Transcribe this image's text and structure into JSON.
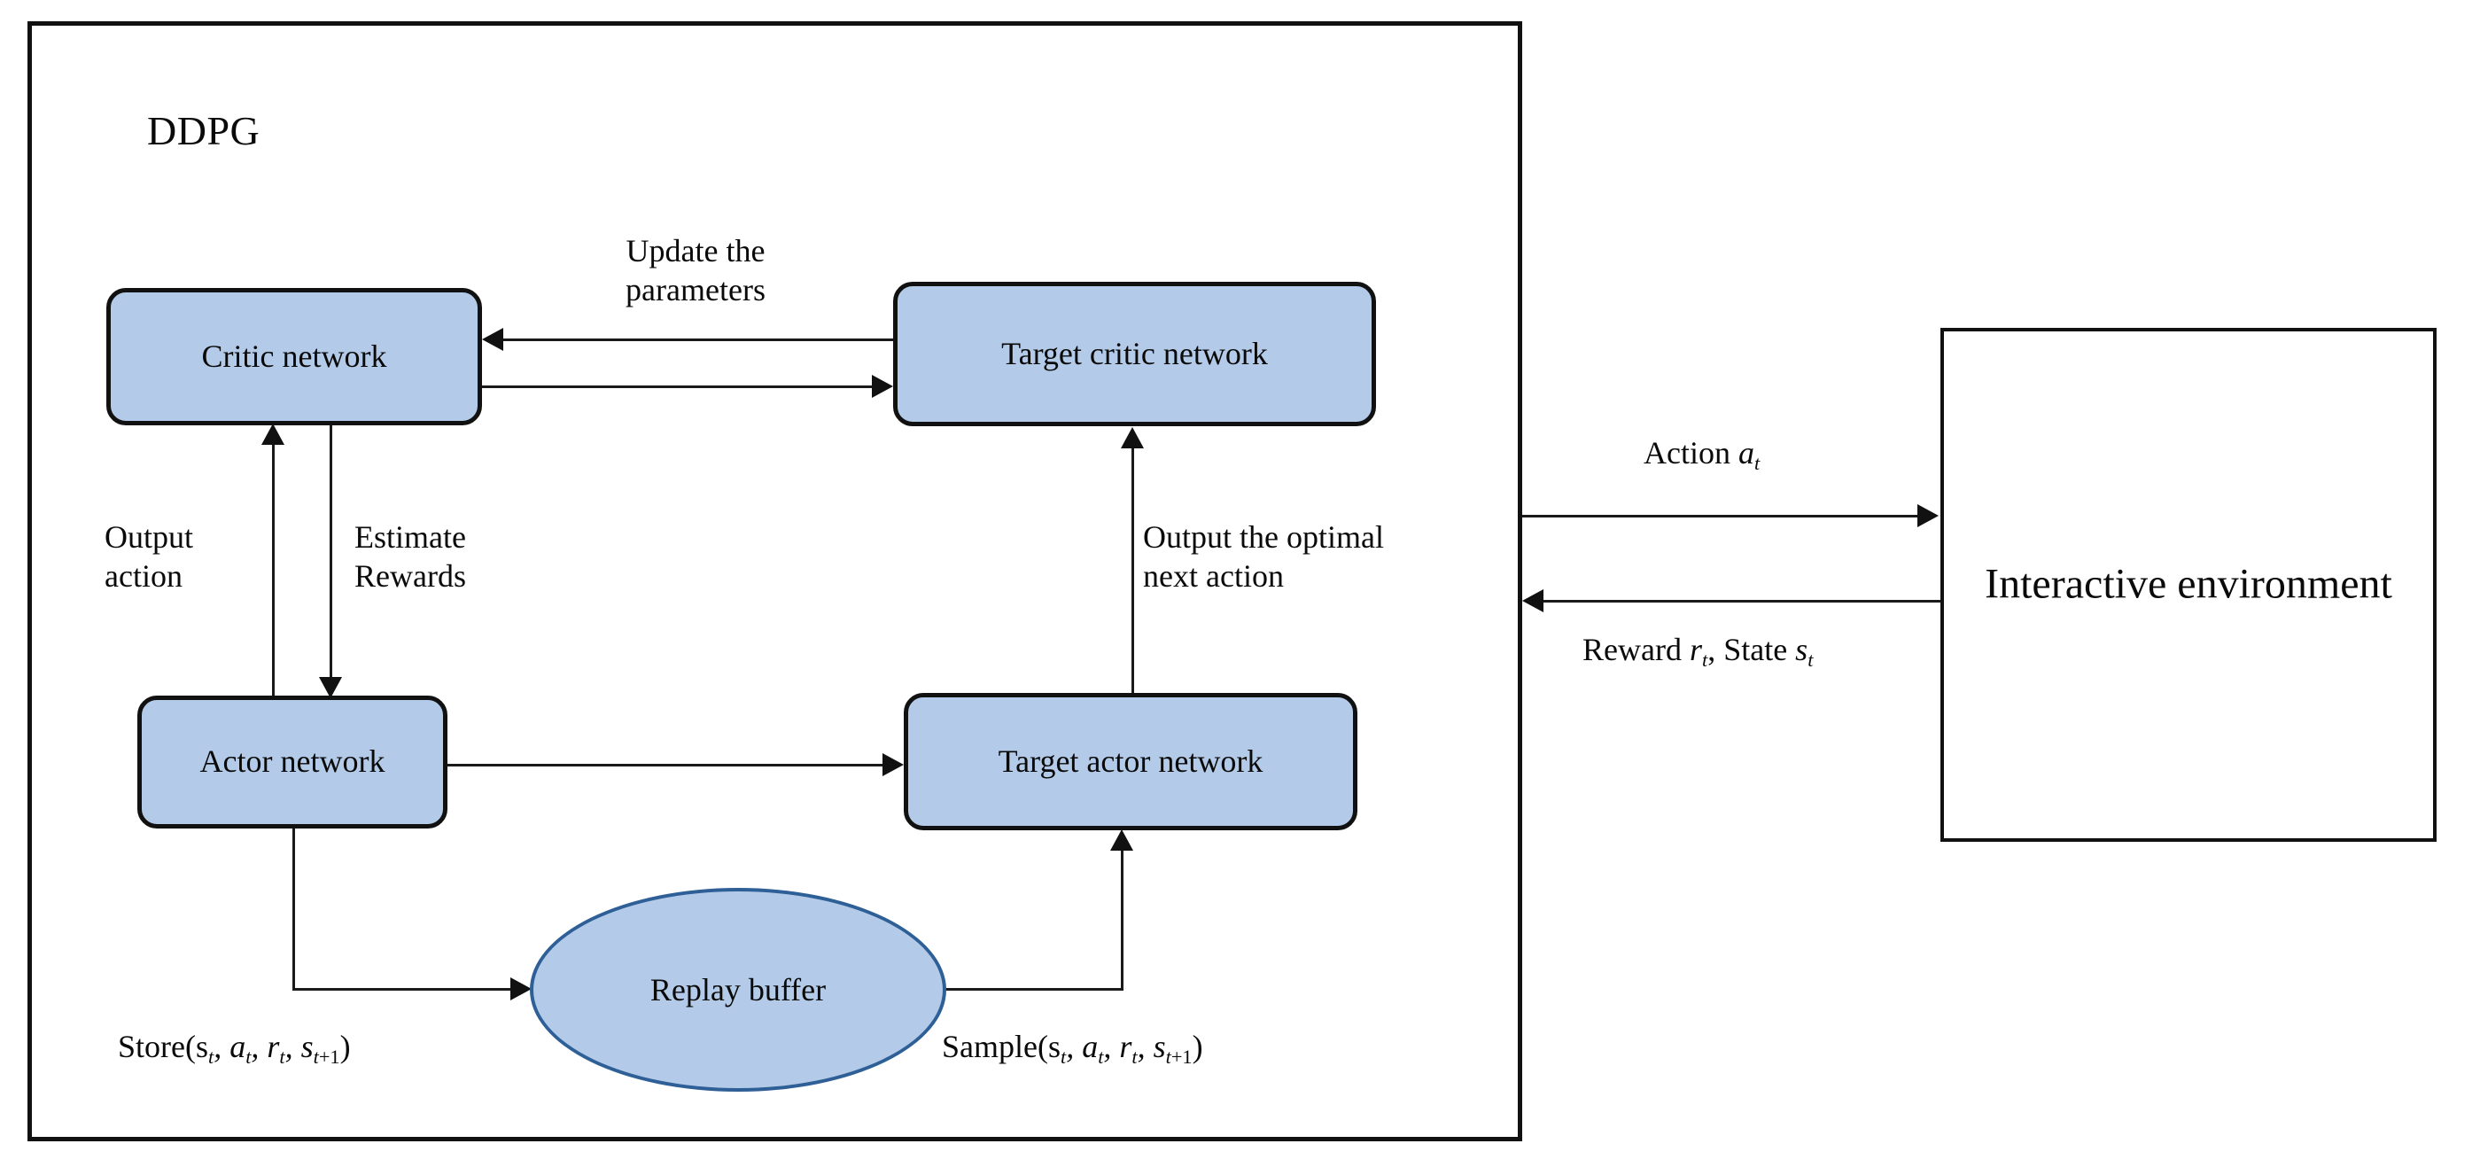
{
  "diagram": {
    "title": "DDPG",
    "nodes": {
      "critic": "Critic network",
      "target_critic": "Target critic network",
      "actor": "Actor network",
      "target_actor": "Target actor network",
      "replay_buffer": "Replay buffer",
      "environment": "Interactive\nenvironment"
    },
    "edge_labels": {
      "update_parameters": "Update the\nparameters",
      "output_action": "Output\naction",
      "estimate_rewards": "Estimate\nRewards",
      "output_optimal_next_action": "Output the optimal\nnext action",
      "store": "Store(s",
      "sample": "Sample(s",
      "action": "Action ",
      "reward_state": "Reward "
    },
    "math": {
      "store_full": "Store(s_t, a_t, r_t, s_{t+1})",
      "sample_full": "Sample(s_t, a_t, r_t, s_{t+1})",
      "action_full": "Action a_t",
      "reward_state_full": "Reward r_t, State s_t"
    },
    "colors": {
      "node_fill": "#b3cbe8",
      "node_border": "#111111",
      "ellipse_border": "#2e5f96",
      "frame_border": "#111111",
      "background": "#ffffff",
      "line": "#1a1a1a"
    }
  }
}
